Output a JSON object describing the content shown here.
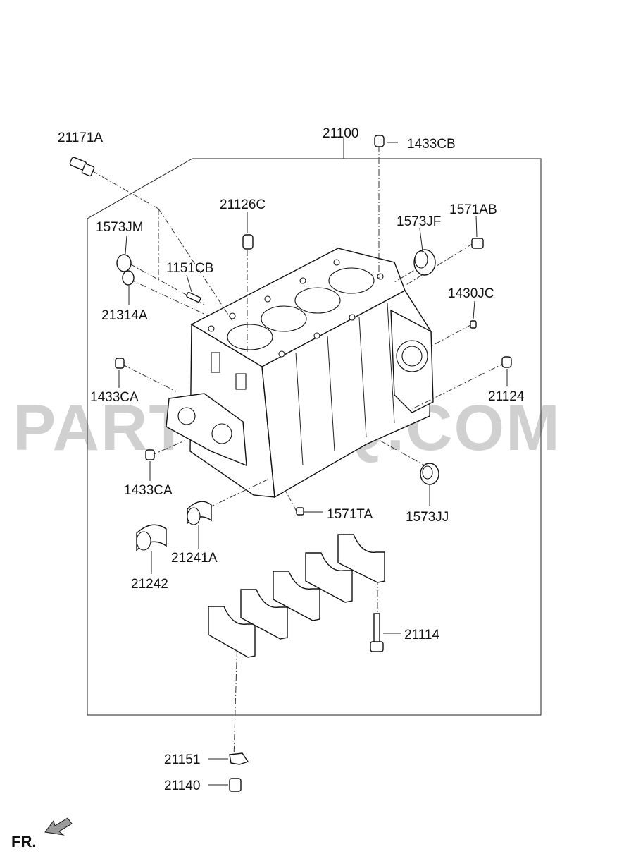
{
  "diagram": {
    "watermark": "PARTSOUQ.COM",
    "direction": "FR.",
    "labels": {
      "p21171A": "21171A",
      "p21100": "21100",
      "p1433CB": "1433CB",
      "p21126C": "21126C",
      "p1573JM": "1573JM",
      "p1573JF": "1573JF",
      "p1571AB": "1571AB",
      "p1151CB": "1151CB",
      "p21314A": "21314A",
      "p1430JC": "1430JC",
      "p1433CA_top": "1433CA",
      "p21124": "21124",
      "p1433CA_bottom": "1433CA",
      "p1571TA": "1571TA",
      "p1573JJ": "1573JJ",
      "p21241A": "21241A",
      "p21242": "21242",
      "p21114": "21114",
      "p21151": "21151",
      "p21140": "21140"
    }
  }
}
